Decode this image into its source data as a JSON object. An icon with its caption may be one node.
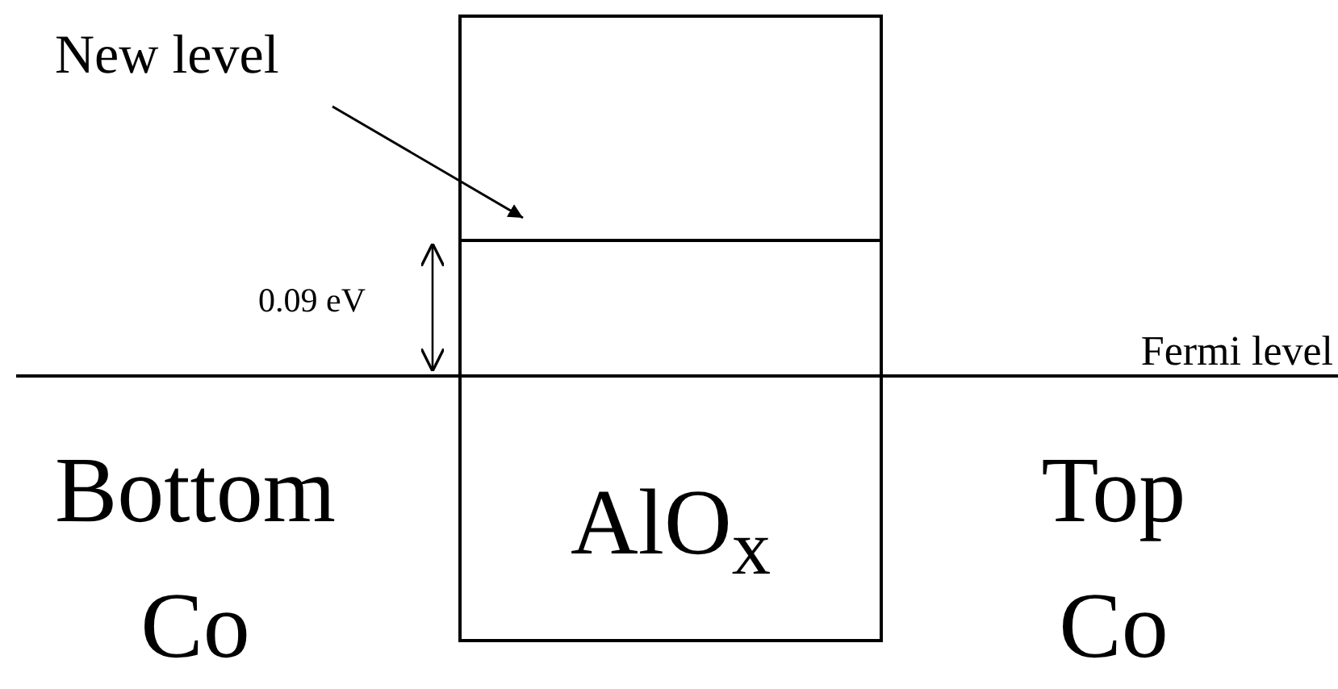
{
  "diagram": {
    "nodes": [
      {
        "text": [
          "New level"
        ]
      },
      {
        "text": [
          "AlO$_{x}$"
        ]
      }
    ],
    "edges": [
      {
        "from": 0,
        "to": 1,
        "arrow": "to"
      }
    ],
    "labels": [
      "0.09 eV",
      "Fermi level",
      "Bottom Co",
      "Top Co"
    ]
  }
}
